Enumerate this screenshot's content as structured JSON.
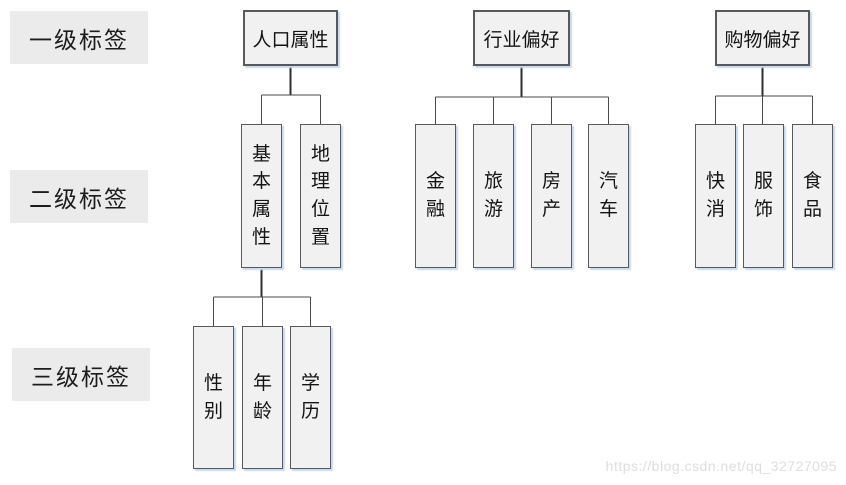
{
  "row_labels": [
    {
      "label": "一级标签"
    },
    {
      "label": "二级标签"
    },
    {
      "label": "三级标签"
    }
  ],
  "tree": [
    {
      "label": "人口属性",
      "children": [
        {
          "label": "基本属性",
          "children": [
            {
              "label": "性别"
            },
            {
              "label": "年龄"
            },
            {
              "label": "学历"
            }
          ]
        },
        {
          "label": "地理位置"
        }
      ]
    },
    {
      "label": "行业偏好",
      "children": [
        {
          "label": "金融"
        },
        {
          "label": "旅游"
        },
        {
          "label": "房产"
        },
        {
          "label": "汽车"
        }
      ]
    },
    {
      "label": "购物偏好",
      "children": [
        {
          "label": "快消"
        },
        {
          "label": "服饰"
        },
        {
          "label": "食品"
        }
      ]
    }
  ],
  "watermark": {
    "text": "https://blog.csdn.net/qq_32727095"
  },
  "colors": {
    "node_fill": "#f1f1f1",
    "node_border": "#595959",
    "label_bg": "#ebebeb",
    "connector_line": "#2e2e2e",
    "node_shadow": "#c8daef",
    "watermark_text": "#dedede",
    "background": "#ffffff"
  }
}
